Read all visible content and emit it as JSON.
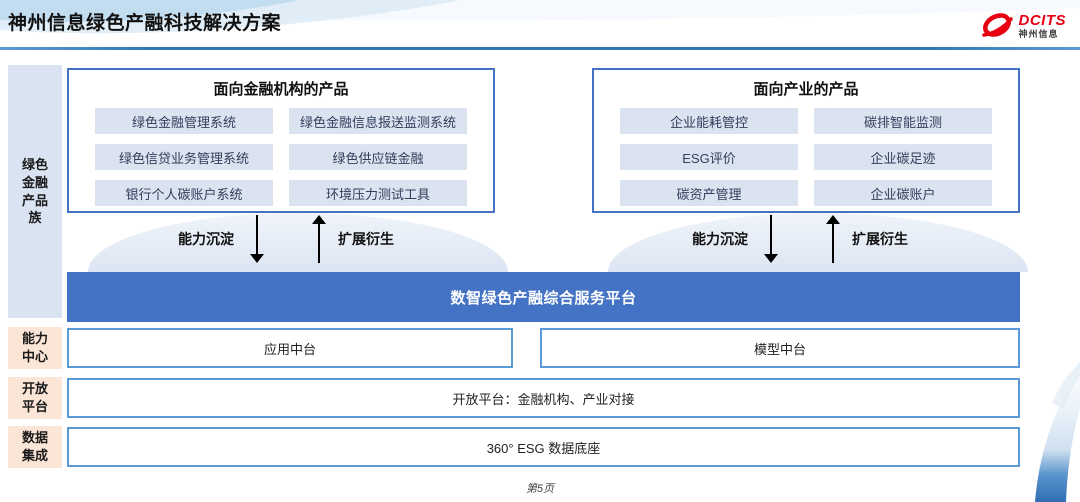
{
  "header": {
    "title": "神州信息绿色产融科技解决方案",
    "logo": {
      "brand": "DCITS",
      "brand_cn": "神州信息"
    }
  },
  "sidebar": {
    "product_family_label": "绿色\n金融\n产品\n族",
    "capability_label": "能力\n中心",
    "open_platform_label": "开放\n平台",
    "data_integration_label": "数据\n集成"
  },
  "product_boxes": [
    {
      "title": "面向金融机构的产品",
      "items": [
        "绿色金融管理系统",
        "绿色金融信息报送监测系统",
        "绿色信贷业务管理系统",
        "绿色供应链金融",
        "银行个人碳账户系统",
        "环境压力测试工具"
      ]
    },
    {
      "title": "面向产业的产品",
      "items": [
        "企业能耗管控",
        "碳排智能监测",
        "ESG评价",
        "企业碳足迹",
        "碳资产管理",
        "企业碳账户"
      ]
    }
  ],
  "arrows": {
    "down_label": "能力沉淀",
    "up_label": "扩展衍生"
  },
  "platform": {
    "title": "数智绿色产融综合服务平台"
  },
  "capability_row": {
    "left_box": "应用中台",
    "right_box": "模型中台"
  },
  "open_platform_row": {
    "text": "开放平台：金融机构、产业对接"
  },
  "data_row": {
    "text": "360° ESG 数据底座"
  },
  "footer": {
    "page": "第5页"
  },
  "colors": {
    "platform_blue": "#4472c4",
    "outer_border_blue": "#4472c4",
    "inner_border_blue": "#5b9bd5",
    "chip_bg": "#dbe2f0",
    "sidebar_blue_bg": "#d9e3f1",
    "sidebar_peach_bg": "#fbe5d6",
    "title_rule_blue": "#2e75b6",
    "logo_red": "#e60012"
  }
}
